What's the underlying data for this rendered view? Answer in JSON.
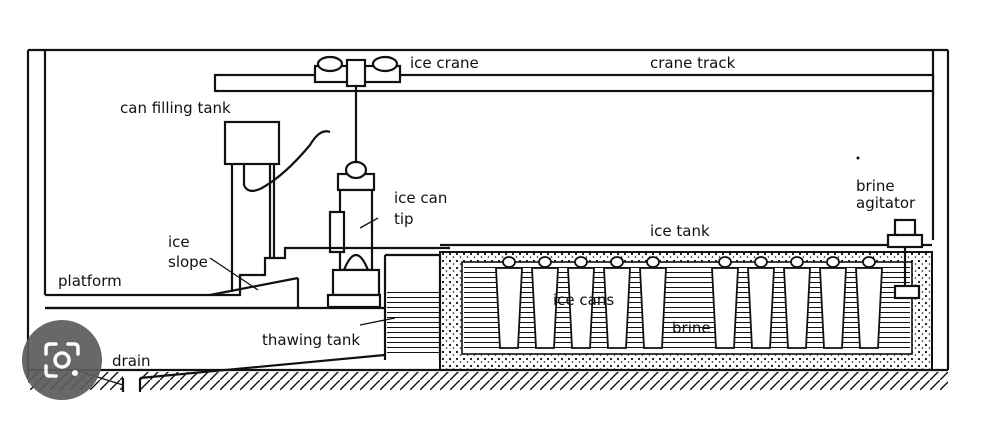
{
  "diagram": {
    "labels": {
      "ice_crane": "ice crane",
      "crane_track": "crane track",
      "can_filling_tank": "can filling tank",
      "ice_can_tip_1": "ice can",
      "ice_can_tip_2": "tip",
      "brine_agitator_1": "brine",
      "brine_agitator_2": "agitator",
      "ice_tank": "ice tank",
      "ice_slope_1": "ice",
      "ice_slope_2": "slope",
      "platform": "platform",
      "ice_cans": "ice cans",
      "brine": "brine",
      "thawing_tank": "thawing tank",
      "drain": "drain"
    }
  },
  "overlay": {
    "icon": "lens-search-icon"
  }
}
